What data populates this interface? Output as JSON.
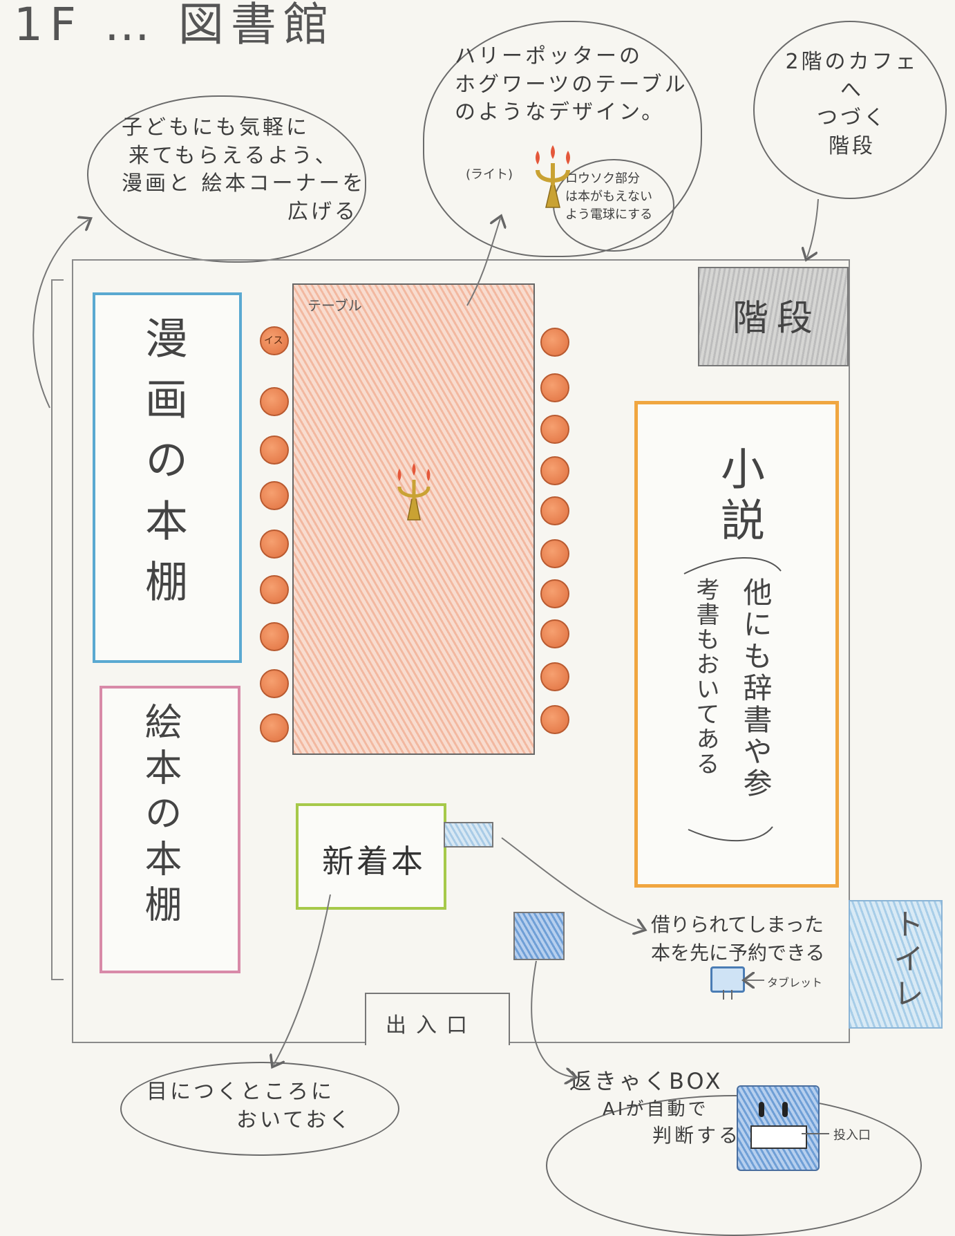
{
  "title": "1F … 図書館",
  "bubbles": {
    "kids": "子どもにも気軽に来てもらえるよう、漫画と絵本コーナーを広げる",
    "kids_lines": [
      "子どもにも気軽に",
      "来てもらえるよう、",
      "漫画と 絵本コーナーを",
      "広げる"
    ],
    "harry_lines": [
      "ハリーポッターの",
      "ホグワーツのテーブル",
      "のようなデザイン。"
    ],
    "light_label": "(ライト)",
    "candle_lines": [
      "ロウソク部分",
      "は本がもえない",
      "よう電球にする"
    ],
    "stairs_lines": [
      "2階のカフェへ",
      "つづく",
      "階段"
    ],
    "newbooks_lines": [
      "目につくところに",
      "おいておく"
    ],
    "return_lines": [
      "返きゃくBOX",
      "AIが自動で",
      "判断する"
    ]
  },
  "rooms": {
    "manga": "漫画の本棚",
    "ehon": "絵本の本棚",
    "novel_title": "小説",
    "novel_note_right": "他にも辞書や参",
    "novel_note_left": "考書もおいてある",
    "table": "テーブル",
    "chair": "イス",
    "stairs": "階段",
    "toilet": "トイレ",
    "newbooks": "新着本",
    "entrance": "出入口"
  },
  "annotations": {
    "reserve_lines": [
      "借りられてしまった",
      "本を先に予約できる"
    ],
    "tablet": "タブレット",
    "slot": "投入口"
  },
  "colors": {
    "manga": "#5aa9d1",
    "ehon": "#d88aa8",
    "novel": "#f0a640",
    "newbooks": "#a6c94a",
    "chair": "#e0703f",
    "table": "#f2b8a0"
  }
}
